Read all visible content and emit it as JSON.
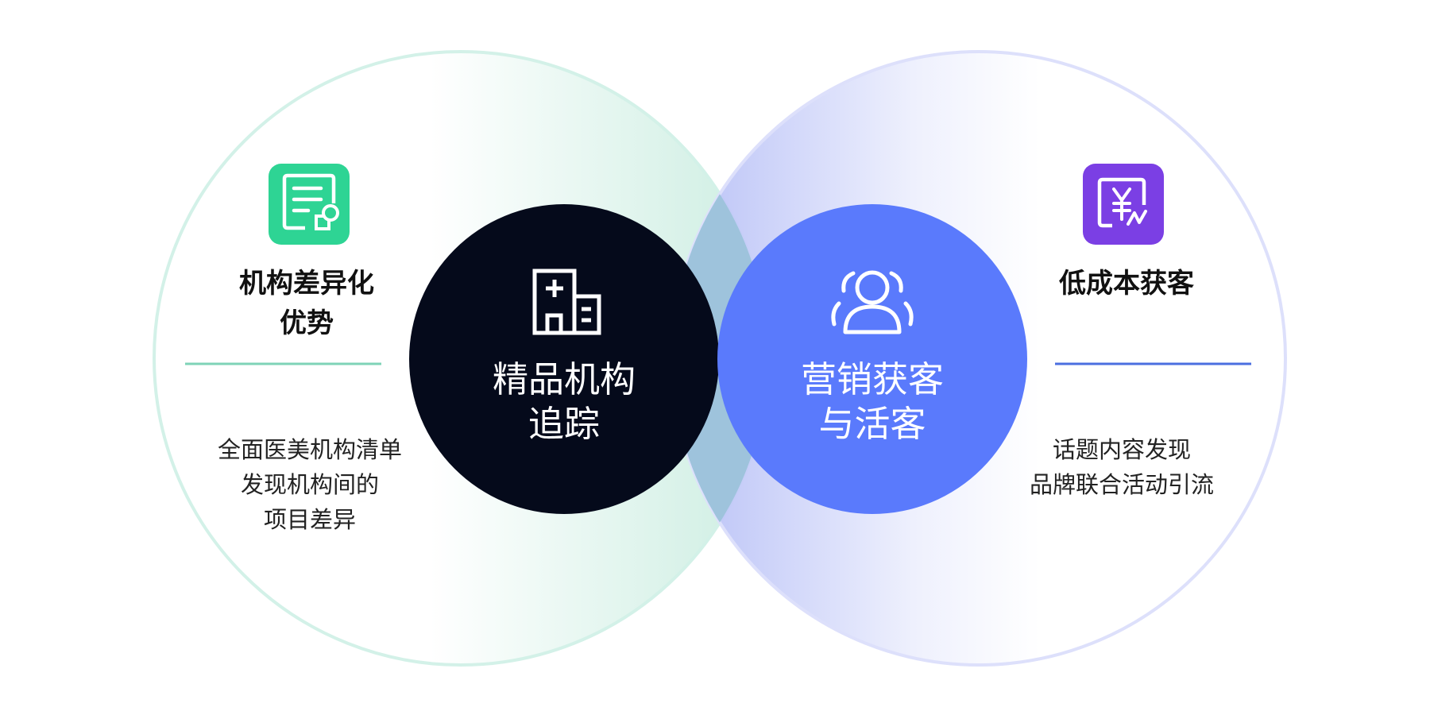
{
  "colors": {
    "left_accent": "#2ed494",
    "left_ring": "#d3f1e8",
    "left_divider": "#7fd3b7",
    "right_accent": "#7b3fe4",
    "right_ring": "#dde0fb",
    "right_divider": "#4b6fe0",
    "dark_center": "#050a1b",
    "blue_center": "#5a7afc",
    "overlap": "#9ec3dc"
  },
  "left": {
    "icon": "document-icon",
    "title_lines": [
      "机构差异化",
      "优势"
    ],
    "desc_lines": [
      "全面医美机构清单",
      "发现机构间的",
      "项目差异"
    ]
  },
  "center_left": {
    "icon": "hospital-building-icon",
    "label_lines": [
      "精品机构",
      "追踪"
    ]
  },
  "center_right": {
    "icon": "users-icon",
    "label_lines": [
      "营销获客",
      "与活客"
    ]
  },
  "right": {
    "icon": "yen-receipt-icon",
    "title_lines": [
      "低成本获客"
    ],
    "desc_lines": [
      "话题内容发现",
      "品牌联合活动引流"
    ]
  }
}
